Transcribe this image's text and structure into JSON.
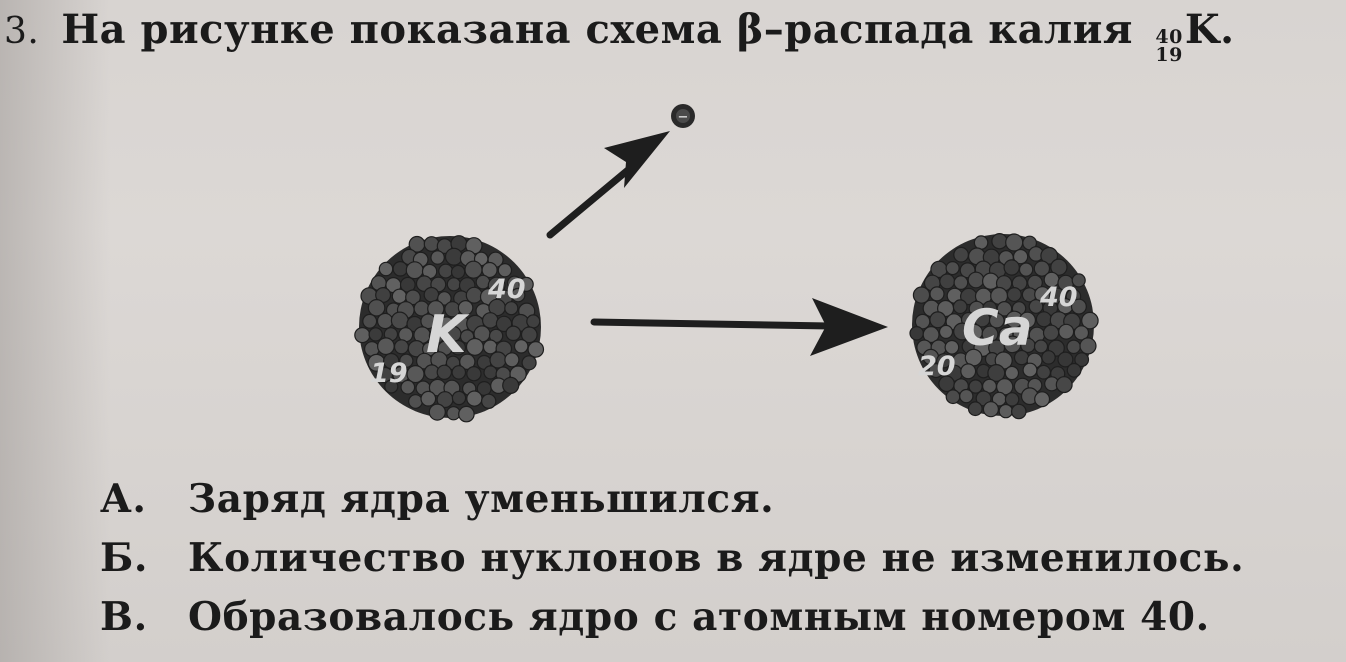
{
  "question": {
    "number": "3.",
    "text": "На рисунке показана схема β–распада калия",
    "nuclide_mass": "40",
    "nuclide_atomic": "19",
    "nuclide_symbol": "K",
    "end_punct": "."
  },
  "diagram": {
    "parent": {
      "symbol": "K",
      "mass": "40",
      "atomic": "19"
    },
    "daughter": {
      "symbol": "Ca",
      "mass": "40",
      "atomic": "20"
    },
    "electron_sign": "−"
  },
  "answers": [
    {
      "letter": "А.",
      "text": "Заряд ядра уменьшился."
    },
    {
      "letter": "Б.",
      "text": "Количество нуклонов в ядре не изменилось."
    },
    {
      "letter": "В.",
      "text": "Образовалось ядро с атомным номером 40."
    }
  ]
}
